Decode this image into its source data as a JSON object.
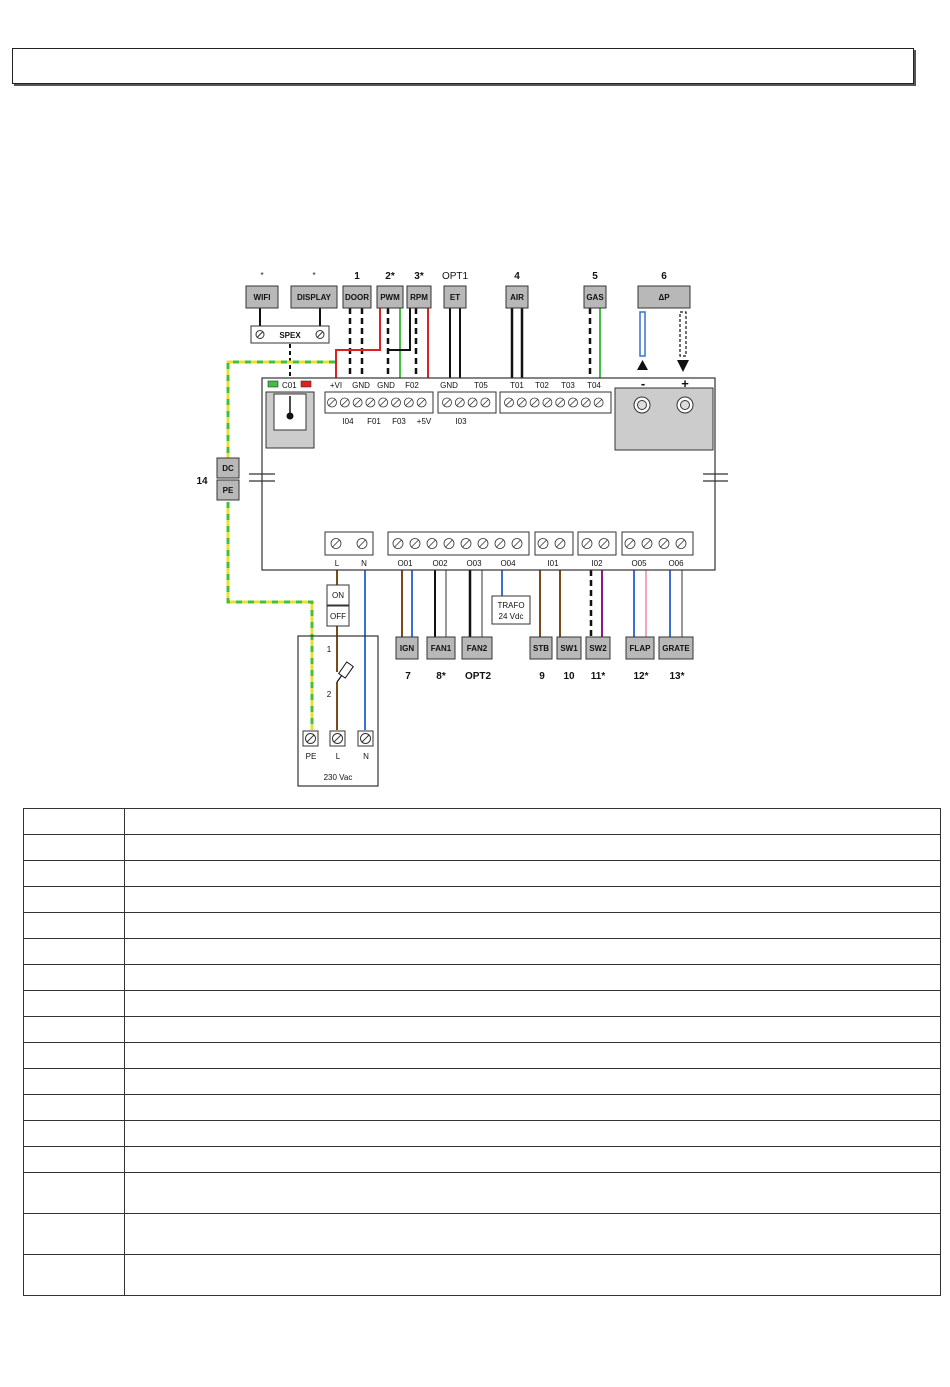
{
  "labels": {
    "wifi": "WIFI",
    "display": "DISPLAY",
    "door": "DOOR",
    "pwm": "PWM",
    "rpm": "RPM",
    "et": "ET",
    "air": "AIR",
    "gas": "GAS",
    "dp": "ΔP",
    "n_wifi": "*",
    "n_display": "*",
    "n1": "1",
    "n2": "2*",
    "n3": "3*",
    "nopt1": "OPT1",
    "n4": "4",
    "n5": "5",
    "n6": "6",
    "spex": "SPEX",
    "c01": "C01",
    "vi": "+VI",
    "gnd1": "GND",
    "gnd2": "GND",
    "f02": "F02",
    "gnd3": "GND",
    "t05": "T05",
    "t01": "T01",
    "t02": "T02",
    "t03": "T03",
    "t04": "T04",
    "minus": "-",
    "plus": "+",
    "i04": "I04",
    "f01": "F01",
    "f03": "F03",
    "p5v": "+5V",
    "i03": "I03",
    "dc": "DC",
    "pe": "PE",
    "n14": "14",
    "l": "L",
    "n": "N",
    "o01": "O01",
    "o02": "O02",
    "o03": "O03",
    "o04": "O04",
    "i01": "I01",
    "i02": "I02",
    "o05": "O05",
    "o06": "O06",
    "on": "ON",
    "off": "OFF",
    "trafo1": "TRAFO",
    "trafo2": "24 Vdc",
    "ign": "IGN",
    "fan1": "FAN1",
    "fan2": "FAN2",
    "stb": "STB",
    "sw1": "SW1",
    "sw2": "SW2",
    "flap": "FLAP",
    "grate": "GRATE",
    "n7": "7",
    "n8": "8*",
    "nopt2": "OPT2",
    "n9": "9",
    "n10": "10",
    "n11": "11*",
    "n12": "12*",
    "n13": "13*",
    "fuse1": "1",
    "fuse2": "2",
    "pe_t": "PE",
    "l_t": "L",
    "n_t": "N",
    "v230": "230 Vac"
  },
  "colors": {
    "red": "#e02020",
    "green": "#40c040",
    "blue": "#3a6fd8",
    "brown": "#7a4a1a",
    "grey": "#999999",
    "black": "#111111",
    "pink": "#f0a8b8",
    "purple": "#8a1a8a",
    "yellow": "#e8e030",
    "box_fill": "#b8b8b8"
  },
  "table": {
    "rows": [
      "",
      "",
      "",
      "",
      "",
      "",
      "",
      "",
      "",
      "",
      "",
      "",
      "",
      "",
      "",
      "",
      ""
    ]
  }
}
